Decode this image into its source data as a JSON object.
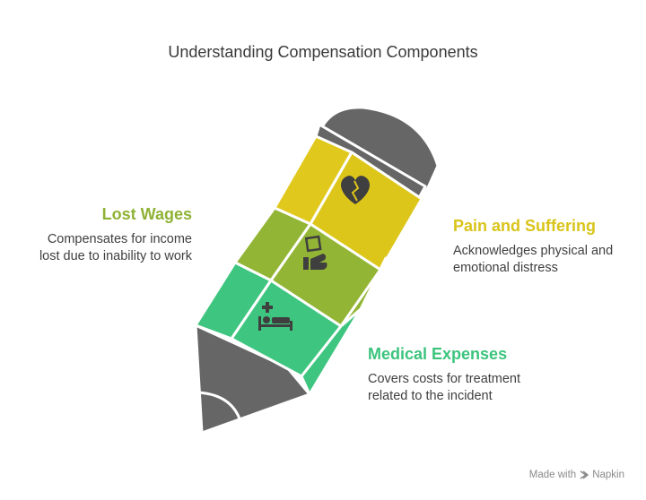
{
  "title": "Understanding Compensation Components",
  "items": [
    {
      "key": "lost_wages",
      "title": "Lost Wages",
      "desc_lines": [
        "Compensates for income",
        "lost due to inability to work"
      ],
      "color": "#8fb236",
      "icon": "hand-money-icon"
    },
    {
      "key": "pain",
      "title": "Pain and Suffering",
      "desc_lines": [
        "Acknowledges physical and",
        "emotional distress"
      ],
      "color": "#e0c81c",
      "icon": "broken-heart-icon"
    },
    {
      "key": "medical",
      "title": "Medical Expenses",
      "desc_lines": [
        "Covers costs for treatment",
        "related to the incident"
      ],
      "color": "#3ec57f",
      "icon": "hospital-bed-icon"
    }
  ],
  "footer": {
    "made_with": "Made with",
    "brand": "Napkin"
  },
  "colors": {
    "graphite": "#666666",
    "text": "#3a3a3a"
  }
}
